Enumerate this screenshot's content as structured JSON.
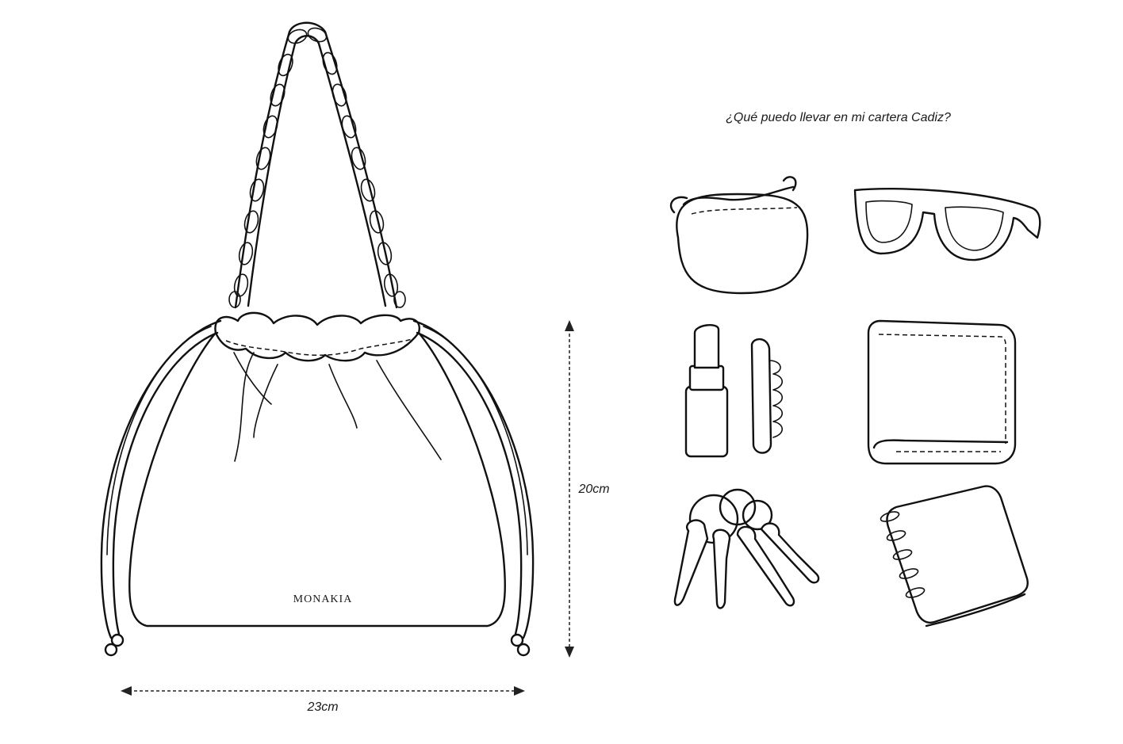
{
  "bag": {
    "brand": "MONAKIA",
    "width_label": "23cm",
    "height_label": "20cm"
  },
  "contents": {
    "title": "¿Qué puedo llevar en mi cartera Cadiz?",
    "items": [
      {
        "icon": "coin-purse-icon"
      },
      {
        "icon": "sunglasses-icon"
      },
      {
        "icon": "lipstick-and-comb-icon"
      },
      {
        "icon": "wallet-icon"
      },
      {
        "icon": "keys-icon"
      },
      {
        "icon": "notebook-icon"
      }
    ]
  }
}
